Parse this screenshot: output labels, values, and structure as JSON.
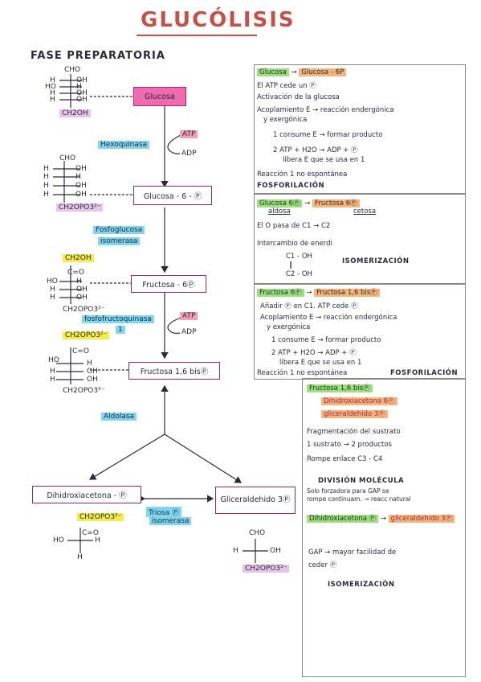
{
  "title": "GLUCÓLISIS",
  "phase_title": "FASE PREPARATORIA",
  "molecules": {
    "glucosa": "Glucosa",
    "glucosa6p": "Glucosa - 6 - Ⓟ",
    "fructosa6p": "Fructosa - 6Ⓟ",
    "fructosa16bisp": "Fructosa 1,6 bisⓅ",
    "dihidroxiacetona": "Dihidroxiacetona - Ⓟ",
    "gliceraldehido": "Gliceraldehido 3Ⓟ"
  },
  "enzymes": {
    "hexoquinasa": "Hexoquinasa",
    "fosfoglucosa": "Fosfoglucosa",
    "isomerasa": "isomerasa",
    "fosfofructoquinasa": "fosfofructoquinasa",
    "fosfofructoquinasa_num": "1",
    "aldolasa": "Aldolasa",
    "triosa": "Triosa Ⓟ",
    "triosa_isomerasa": "isomerasa"
  },
  "cofactors": {
    "atp1": "ATP",
    "adp1": "ADP",
    "atp2": "ATP",
    "adp2": "ADP"
  },
  "structures": {
    "glucose_top": "CHO",
    "glucose_rows": [
      "H",
      "HO",
      "H",
      "H"
    ],
    "glucose_right": [
      "OH",
      "H",
      "OH",
      "OH"
    ],
    "glucose_bottom": "CH2OH",
    "g6p_top": "CHO",
    "g6p_left": [
      "H",
      "H",
      "H",
      "H"
    ],
    "g6p_right": [
      "OH",
      "H",
      "OH",
      "OH"
    ],
    "g6p_bottom": "CH2OPO3²⁻",
    "f6p_top": "CH2OH",
    "f6p_co": "C=O",
    "f6p_left": [
      "HO",
      "H",
      "H"
    ],
    "f6p_right": [
      "H",
      "OH",
      "OH"
    ],
    "f6p_bottom": "CH2OPO3²⁻",
    "f16_top": "CH2OPO3²⁻",
    "f16_co": "C=O",
    "f16_left": [
      "HO",
      "H",
      "H"
    ],
    "f16_right": [
      "H",
      "OH",
      "OH"
    ],
    "f16_bottom": "CH2OPO3²⁻",
    "dhap_top": "CH2OPO3²⁻",
    "dhap_co": "C=O",
    "dhap_left": "HO",
    "dhap_right": "H",
    "dhap_bottom": "H",
    "gap_top": "CHO",
    "gap_left": "H",
    "gap_right": "OH",
    "gap_bottom": "CH2OPO3²⁻"
  },
  "notes": {
    "n1_title_a": "Glucosa",
    "n1_arrow": "→",
    "n1_title_b": "Glucosa - 6P",
    "n1_l1": "El ATP cede un Ⓟ",
    "n1_l2": "Activación de la glucosa",
    "n1_l3": "Acoplamiento E → reacción endergónica",
    "n1_l4": "y exergónica",
    "n1_l5": "1 consume E → formar producto",
    "n1_l6": "2 ATP + H2O → ADP + Ⓟ",
    "n1_l7": "libera E que se usa en 1",
    "n1_l8": "Reacción 1 no espontánea",
    "n1_l9": "FOSFORILACIÓN",
    "n2_title_a": "Glucosa 6Ⓟ",
    "n2_arrow": "→",
    "n2_title_b": "Fructosa 6Ⓟ",
    "n2_sub_a": "aldosa",
    "n2_sub_b": "cetosa",
    "n2_l1": "El O pasa de C1 → C2",
    "n2_l2": "Intercambio de enerdi",
    "n2_l3": "C1 - OH",
    "n2_l4": "‖",
    "n2_l5": "C2 - OH",
    "n2_l6": "ISOMERIZACIÓN",
    "n3_title_a": "Fructosa 6Ⓟ",
    "n3_arrow": "→",
    "n3_title_b": "Fructosa 1,6 bisⓅ",
    "n3_l1": "Añadir Ⓟ en C1. ATP cede Ⓟ",
    "n3_l2": "Acoplamiento E → reacción endergónica",
    "n3_l3": "y exergónica",
    "n3_l4": "1 consume E → formar producto",
    "n3_l5": "2 ATP + H2O → ADP + Ⓟ",
    "n3_l6": "libera E que se usa en 1",
    "n3_l7": "Reacción 1 no espontánea",
    "n3_l8": "FOSFORILACIÓN",
    "n4_title": "Fructosa 1,6 bisⓅ",
    "n4_a": "Dihidroxiacetona 6Ⓟ",
    "n4_b": "gliceraldehido 3Ⓟ",
    "n4_l1": "Fragmentación del sustrato",
    "n4_l2": "1 sustrato → 2 productos",
    "n4_l3": "Rompe enlace C3 - C4",
    "n4_l4": "DIVISIÓN MOLÉCULA",
    "n4_l5": "Solo forzadora para GAP se",
    "n4_l6": "rompe continuam. → reacc natural",
    "n5_title_a": "Dihidroxiacetona Ⓟ",
    "n5_arrow": "→",
    "n5_title_b": "gliceraldehido 3Ⓟ",
    "n5_l1": "GAP → mayor facilidad de",
    "n5_l2": "ceder Ⓟ",
    "n5_l3": "ISOMERIZACIÓN"
  },
  "colors": {
    "title": "#c4504a",
    "box_border": "#9a2a5a",
    "cyan": "#7fd6f0",
    "pink": "#f59fb7",
    "yellow": "#f4ec4a",
    "green": "#9be07a",
    "orange": "#f7b478",
    "lilac": "#e6c4ea"
  }
}
